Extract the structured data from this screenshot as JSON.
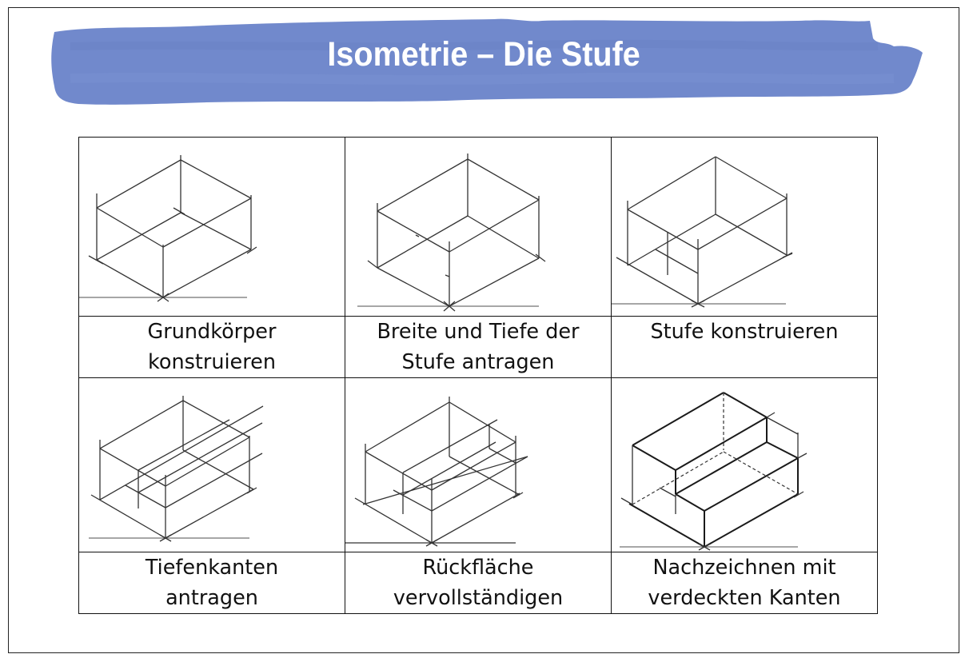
{
  "document": {
    "title": "Isometrie – Die Stufe",
    "banner_color": "#7189cc",
    "title_color": "#ffffff"
  },
  "steps": [
    {
      "index": 1,
      "caption_line1": "Grundkörper",
      "caption_line2": "konstruieren",
      "illustration": "isometric-base-box"
    },
    {
      "index": 2,
      "caption_line1": "Breite und Tiefe der",
      "caption_line2": "Stufe antragen",
      "illustration": "isometric-box-step-marks"
    },
    {
      "index": 3,
      "caption_line1": "Stufe konstruieren",
      "caption_line2": "",
      "illustration": "isometric-box-step-construction"
    },
    {
      "index": 4,
      "caption_line1": "Tiefenkanten",
      "caption_line2": "antragen",
      "illustration": "isometric-depth-edges"
    },
    {
      "index": 5,
      "caption_line1": "Rückfläche",
      "caption_line2": "vervollständigen",
      "illustration": "isometric-back-face"
    },
    {
      "index": 6,
      "caption_line1": "Nachzeichnen mit",
      "caption_line2": "verdeckten Kanten",
      "illustration": "isometric-step-final-hidden-edges"
    }
  ]
}
